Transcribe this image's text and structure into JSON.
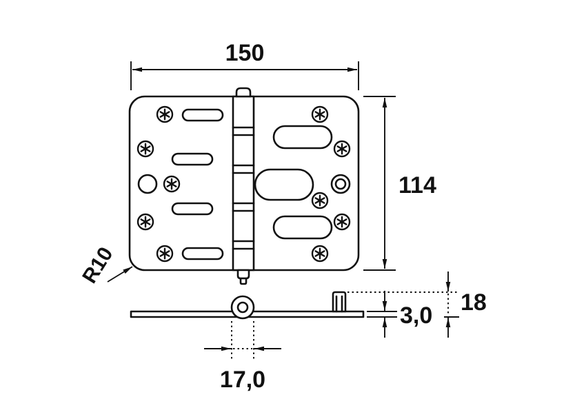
{
  "drawing": {
    "dimensions": {
      "width": "150",
      "height": "114",
      "corner_radius": "R10",
      "material_thickness": "3,0",
      "pin_height": "18",
      "knuckle_diameter": "17,0"
    },
    "colors": {
      "line": "#111111",
      "background": "#ffffff"
    }
  }
}
